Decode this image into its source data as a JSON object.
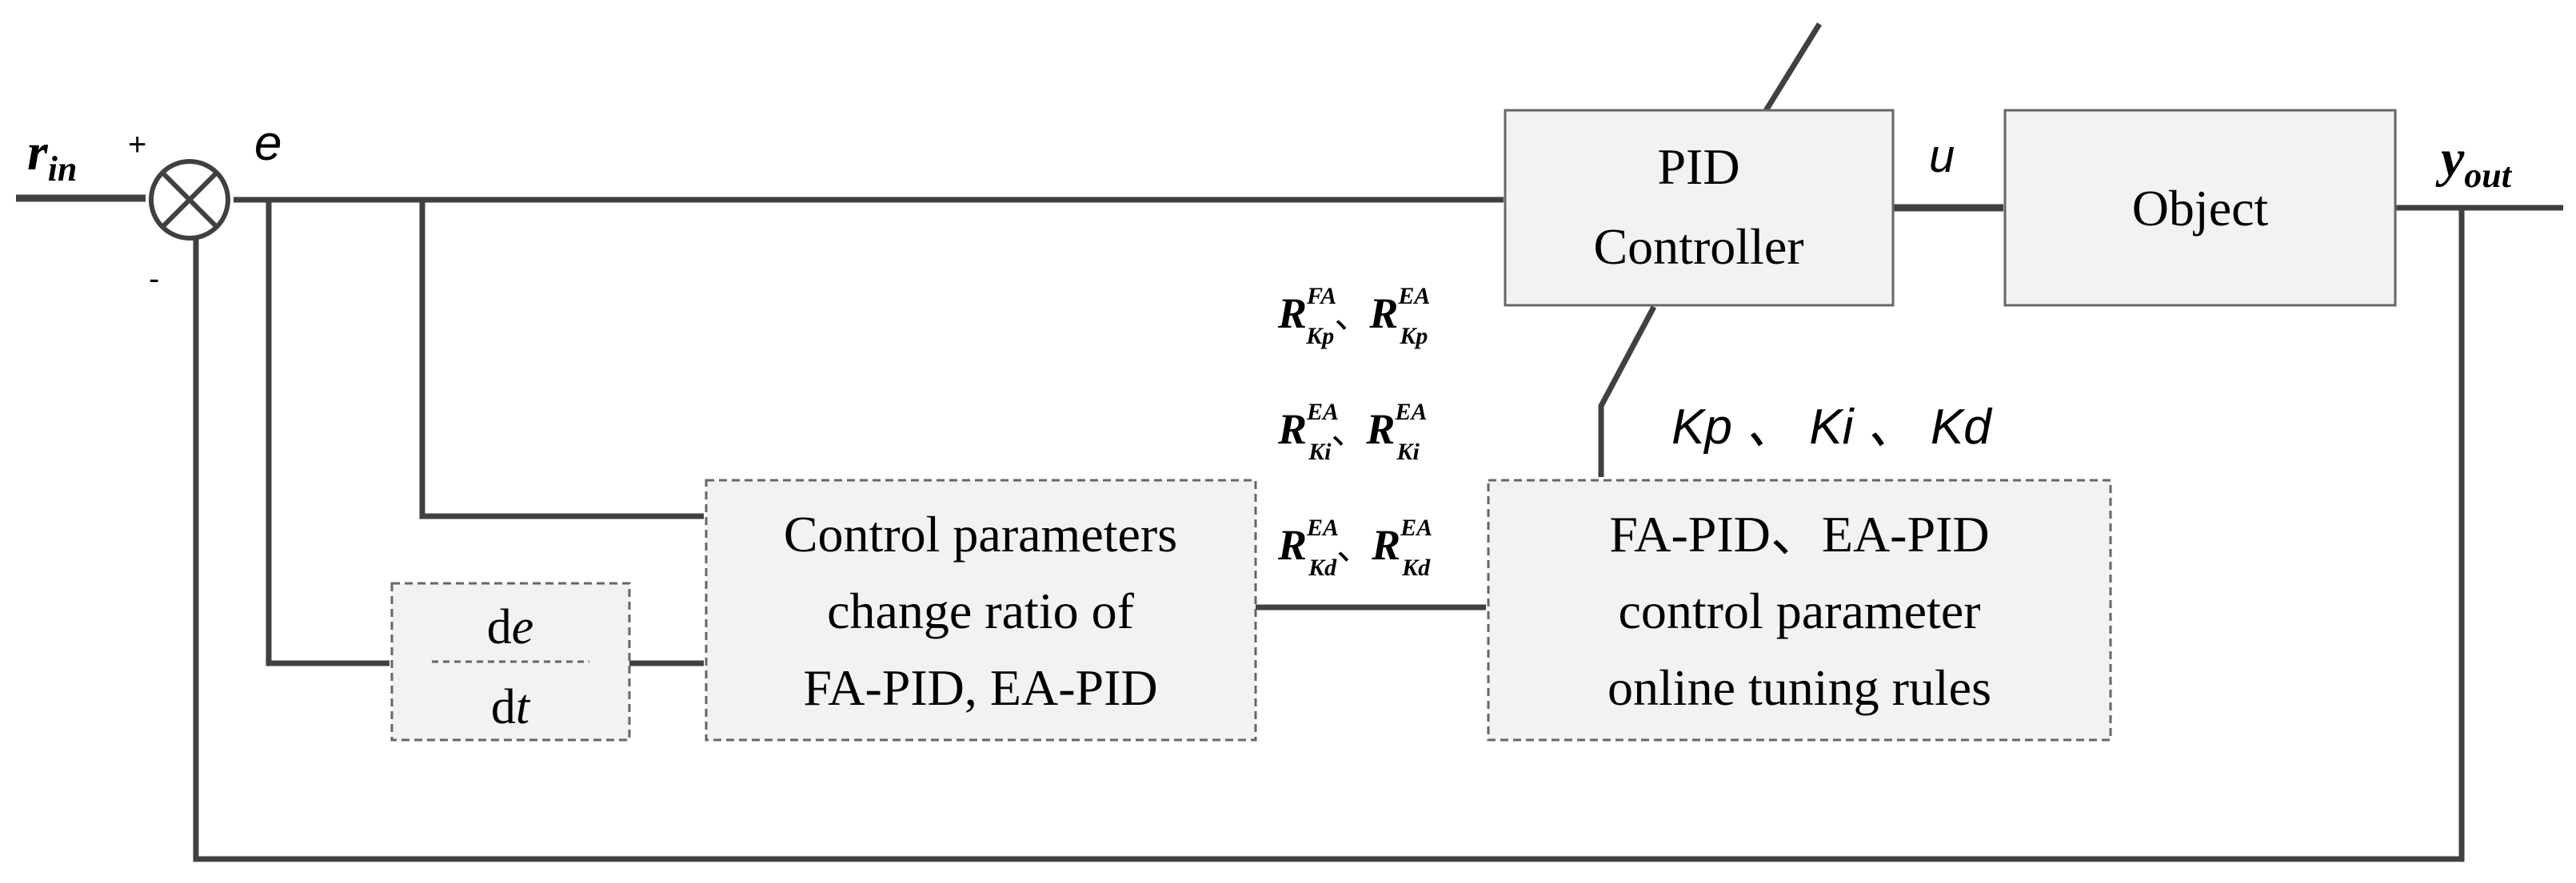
{
  "colors": {
    "line": "#404040",
    "block_fill": "#f2f2f2",
    "block_stroke": "#666666",
    "text": "#000000"
  },
  "signals": {
    "reference": {
      "main": "r",
      "sub": "in"
    },
    "error": "e",
    "plus": "+",
    "minus": "-",
    "control": "u",
    "output": {
      "main": "y",
      "sub": "out"
    }
  },
  "blocks": {
    "pid": {
      "lines": [
        "PID",
        "Controller"
      ]
    },
    "object": {
      "lines": [
        "Object"
      ]
    },
    "derivative": {
      "num_prefix": "d",
      "num_var": "e",
      "den_prefix": "d",
      "den_var": "t"
    },
    "ratio": {
      "lines": [
        "Control parameters",
        "change ratio of",
        "FA-PID, EA-PID"
      ]
    },
    "rules": {
      "lines": [
        "FA-PID、EA-PID",
        "control parameter",
        "online tuning rules"
      ]
    }
  },
  "ratio_labels": [
    {
      "a_sub": "Kp",
      "a_sup": "FA",
      "b_sub": "Kp",
      "b_sup": "EA"
    },
    {
      "a_sub": "Ki",
      "a_sup": "EA",
      "b_sub": "Ki",
      "b_sup": "EA"
    },
    {
      "a_sub": "Kd",
      "a_sup": "EA",
      "b_sub": "Kd",
      "b_sup": "EA"
    }
  ],
  "ratio_symbol": "R",
  "ratio_separator": "、",
  "gains_label": "Kp 、 Ki 、 Kd"
}
